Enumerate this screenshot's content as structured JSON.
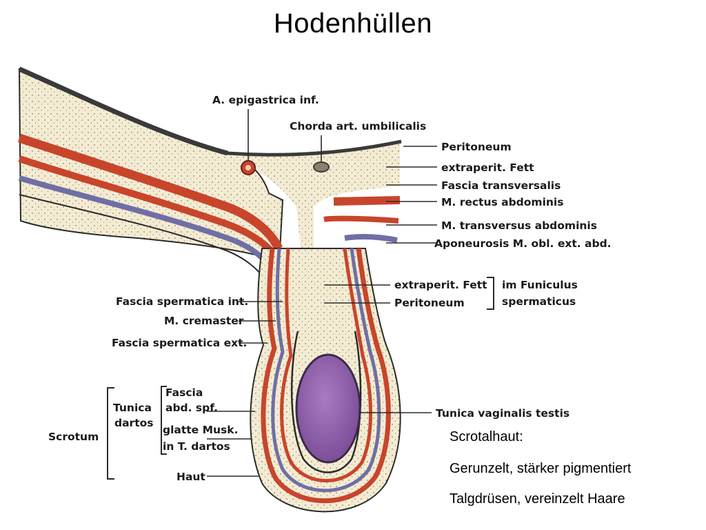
{
  "title": "Hodenhüllen",
  "labels": {
    "a_epigastrica": "A. epigastrica inf.",
    "chorda": "Chorda art. umbilicalis",
    "peritoneum": "Peritoneum",
    "extraperit_fett": "extraperit. Fett",
    "fascia_transversalis": "Fascia transversalis",
    "m_rectus": "M. rectus abdominis",
    "m_transversus": "M. transversus abdominis",
    "aponeurosis": "Aponeurosis M. obl. ext. abd.",
    "funiculus_fett": "extraperit. Fett",
    "funiculus_peritoneum": "Peritoneum",
    "im_funiculus_1": "im Funiculus",
    "im_funiculus_2": "spermaticus",
    "fascia_sperm_int": "Fascia spermatica int.",
    "m_cremaster": "M. cremaster",
    "fascia_sperm_ext": "Fascia spermatica ext.",
    "tunica_dartos_1": "Tunica",
    "tunica_dartos_2": "dartos",
    "fascia_abd_1": "Fascia",
    "fascia_abd_2": "abd. spf.",
    "glatte_musk_1": "glatte Musk.",
    "glatte_musk_2": "in T. dartos",
    "scrotum": "Scrotum",
    "haut": "Haut",
    "tunica_vaginalis": "Tunica vaginalis testis"
  },
  "notes": {
    "heading": "Scrotalhaut:",
    "line1": "Gerunzelt, stärker pigmentiert",
    "line2": "Talgdrüsen, vereinzelt Haare"
  },
  "colors": {
    "fat": "#f4ecd2",
    "muscle": "#c8452c",
    "fascia_blue": "#6f6fa6",
    "testis": "#8c5aa6",
    "outline": "#2a2a2a"
  }
}
